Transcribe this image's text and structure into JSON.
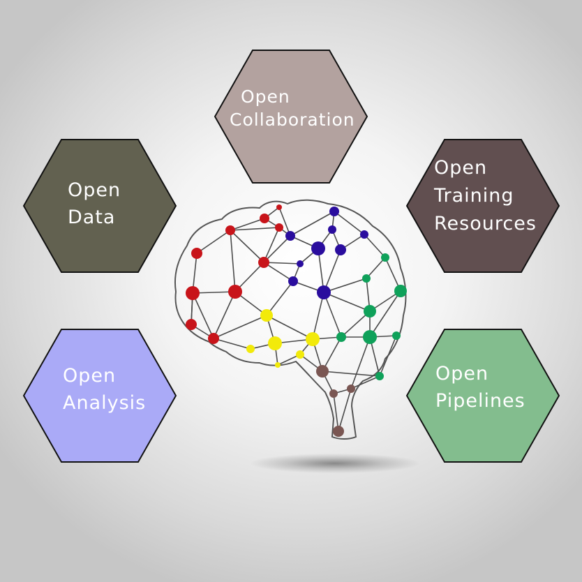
{
  "hexagons": [
    {
      "id": "open-collaboration",
      "lines": [
        "Open",
        "Collaboration"
      ],
      "fill": "#b3a29f"
    },
    {
      "id": "open-data",
      "lines": [
        "Open",
        "Data"
      ],
      "fill": "#626150"
    },
    {
      "id": "open-training-resources",
      "lines": [
        "Open",
        "Training",
        "Resources"
      ],
      "fill": "#614f50"
    },
    {
      "id": "open-analysis",
      "lines": [
        "Open",
        "Analysis"
      ],
      "fill": "#aaaaf7"
    },
    {
      "id": "open-pipelines",
      "lines": [
        "Open",
        "Pipelines"
      ],
      "fill": "#83bd8e"
    }
  ],
  "brain_node_colors": {
    "red": "#c8141a",
    "blue": "#2a0d9e",
    "yellow": "#f2ea0a",
    "green": "#0fa15a",
    "brown": "#7a5652"
  }
}
